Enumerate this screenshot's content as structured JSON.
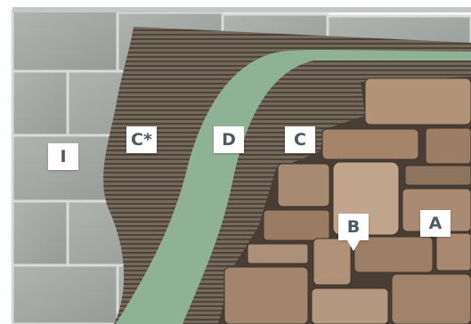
{
  "labels": {
    "I": "I",
    "C_star": "C*",
    "D": "D",
    "C": "C",
    "B": "B",
    "A": "A"
  },
  "colors": {
    "block": "#a6aaa7",
    "block_mortar": "#d8dcd9",
    "lath": "#6a5e52",
    "scratch_coat": "#8fb296",
    "stone": "#a88b72",
    "stone_mortar": "#4a3e34",
    "label_text": "#4d5a62"
  }
}
